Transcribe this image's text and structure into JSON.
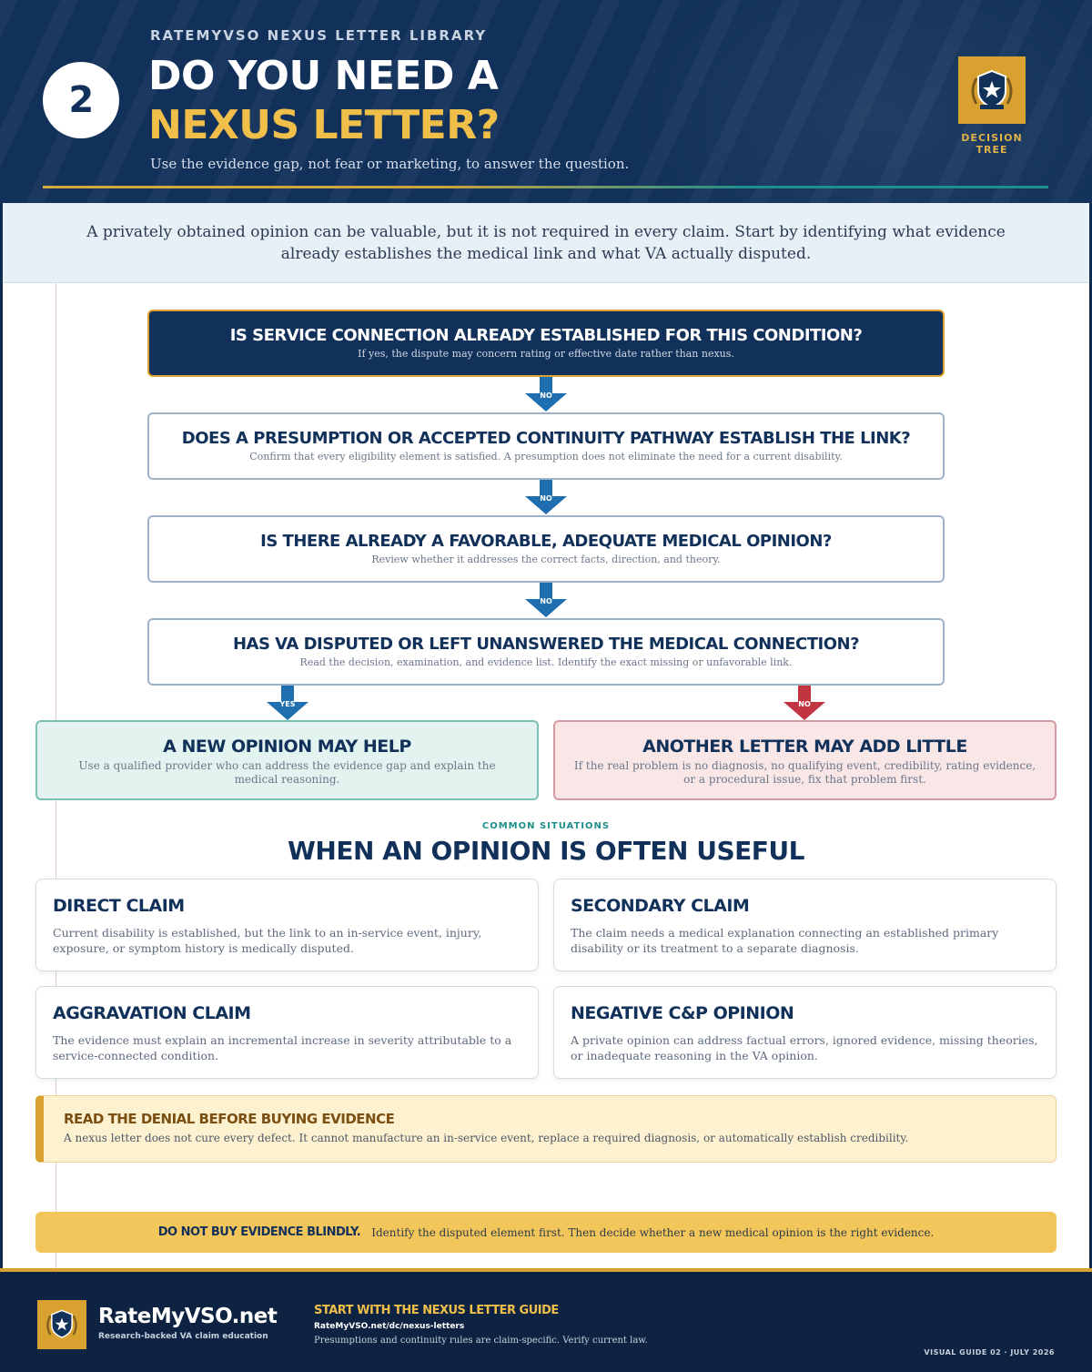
{
  "header": {
    "step_number": "2",
    "eyebrow": "RATEMYVSO NEXUS LETTER LIBRARY",
    "title_line1": "DO YOU NEED A",
    "title_line2": "NEXUS LETTER?",
    "tagline": "Use the evidence gap, not fear or marketing, to answer the question.",
    "badge_label": "DECISION TREE",
    "badge_icon": "star-shield-icon"
  },
  "intro": "A privately obtained opinion can be valuable, but it is not required in every claim. Start by identifying what evidence already establishes the medical link and what VA actually disputed.",
  "questions": [
    {
      "title": "IS SERVICE CONNECTION ALREADY ESTABLISHED FOR THIS CONDITION?",
      "subtitle": "If yes, the dispute may concern rating or effective date rather than nexus."
    },
    {
      "title": "DOES A PRESUMPTION OR ACCEPTED CONTINUITY PATHWAY ESTABLISH THE LINK?",
      "subtitle": "Confirm that every eligibility element is satisfied. A presumption does not eliminate the need for a current disability."
    },
    {
      "title": "IS THERE ALREADY A FAVORABLE, ADEQUATE MEDICAL OPINION?",
      "subtitle": "Review whether it addresses the correct facts, direction, and theory."
    },
    {
      "title": "HAS VA DISPUTED OR LEFT UNANSWERED THE MEDICAL CONNECTION?",
      "subtitle": "Read the decision, examination, and evidence list. Identify the exact missing or unfavorable link."
    }
  ],
  "arrows": {
    "no": "NO",
    "yes": "YES"
  },
  "outcomes": {
    "yes": {
      "title": "A NEW OPINION MAY HELP",
      "body": "Use a qualified provider who can address the evidence gap and explain the medical reasoning."
    },
    "no": {
      "title": "ANOTHER LETTER MAY ADD LITTLE",
      "body": "If the real problem is no diagnosis, no qualifying event, credibility, rating evidence, or a procedural issue, fix that problem first."
    }
  },
  "situations": {
    "eyebrow": "COMMON SITUATIONS",
    "title": "WHEN AN OPINION IS OFTEN USEFUL",
    "cards": [
      {
        "title": "DIRECT CLAIM",
        "body": "Current disability is established, but the link to an in-service event, injury, exposure, or symptom history is medically disputed."
      },
      {
        "title": "SECONDARY CLAIM",
        "body": "The claim needs a medical explanation connecting an established primary disability or its treatment to a separate diagnosis."
      },
      {
        "title": "AGGRAVATION CLAIM",
        "body": "The evidence must explain an incremental increase in severity attributable to a service-connected condition."
      },
      {
        "title": "NEGATIVE C&P OPINION",
        "body": "A private opinion can address factual errors, ignored evidence, missing theories, or inadequate reasoning in the VA opinion."
      }
    ]
  },
  "warning": {
    "title": "READ THE DENIAL BEFORE BUYING EVIDENCE",
    "body": "A nexus letter does not cure every defect. It cannot manufacture an in-service event, replace a required diagnosis, or automatically establish credibility."
  },
  "cta": {
    "strong": "DO NOT BUY EVIDENCE BLINDLY.",
    "text": "Identify the disputed element first. Then decide whether a new medical opinion is the right evidence."
  },
  "footer": {
    "brand": "RateMyVSO.net",
    "brand_sub": "Research-backed VA claim education",
    "heading": "START WITH THE NEXUS LETTER GUIDE",
    "url": "RateMyVSO.net/dc/nexus-letters",
    "note": "Presumptions and continuity rules are claim-specific. Verify current law.",
    "version": "VISUAL GUIDE 02 · JULY 2026"
  },
  "colors": {
    "navy": "#12315a",
    "gold": "#d9a12f",
    "teal": "#1f8f8c",
    "red": "#c0353f",
    "blue": "#1f6fb0"
  }
}
